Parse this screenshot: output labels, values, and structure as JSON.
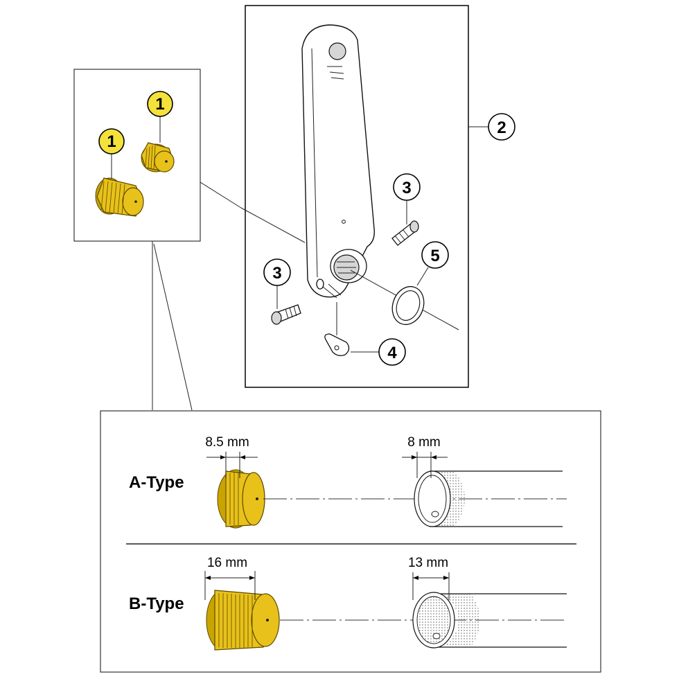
{
  "callouts": {
    "c1a": "1",
    "c1b": "1",
    "c2": "2",
    "c3a": "3",
    "c3b": "3",
    "c4": "4",
    "c5": "5"
  },
  "types": {
    "a": {
      "label": "A-Type",
      "bolt_dim": "8.5 mm",
      "bore_dim": "8 mm"
    },
    "b": {
      "label": "B-Type",
      "bolt_dim": "16 mm",
      "bore_dim": "13 mm"
    }
  },
  "colors": {
    "highlight": "#f4e23a",
    "bolt": "#e8c11a"
  },
  "icons": [
    "crank-arm-icon",
    "crank-bolt-icon",
    "fixing-bolt-icon",
    "plate-icon",
    "spring-washer-icon"
  ]
}
